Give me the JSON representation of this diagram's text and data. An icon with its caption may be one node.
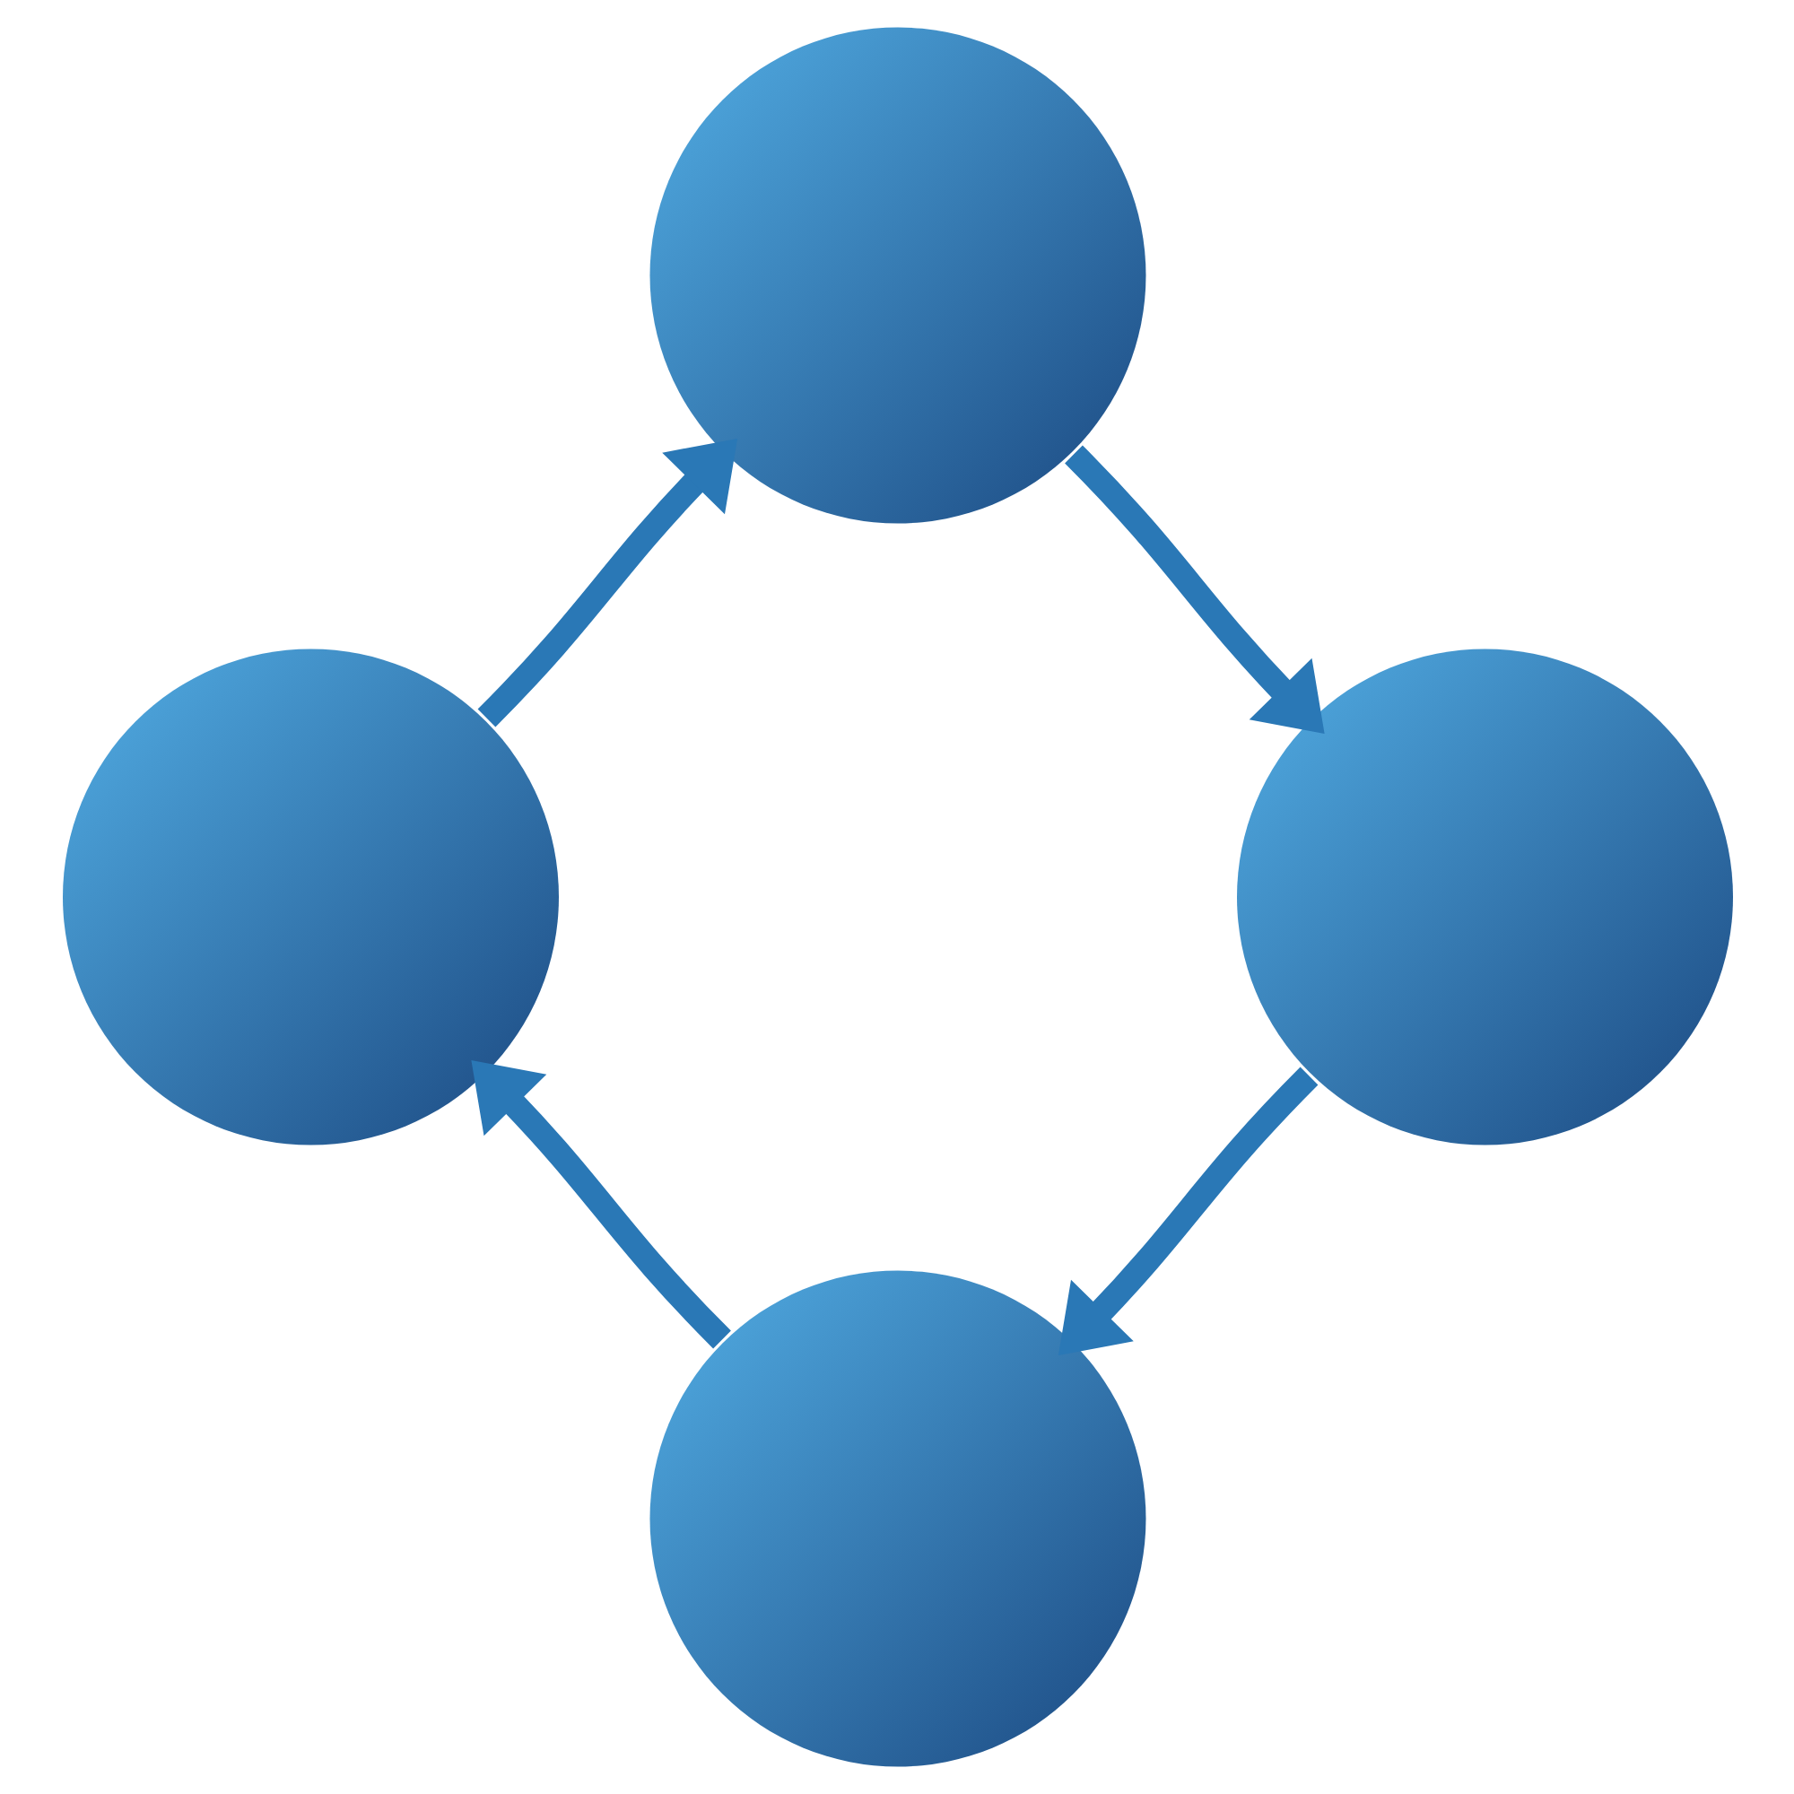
{
  "diagram": {
    "nodes": [
      {
        "text": [],
        "shape": "circle"
      },
      {
        "text": [],
        "shape": "circle"
      },
      {
        "text": [],
        "shape": "circle"
      },
      {
        "text": [],
        "shape": "circle"
      }
    ],
    "edges": [
      {
        "from": 0,
        "to": 2,
        "arrow": "to"
      },
      {
        "from": 2,
        "to": 3,
        "arrow": "to"
      },
      {
        "from": 3,
        "to": 1,
        "arrow": "to"
      },
      {
        "from": 1,
        "to": 0,
        "arrow": "to"
      }
    ]
  }
}
